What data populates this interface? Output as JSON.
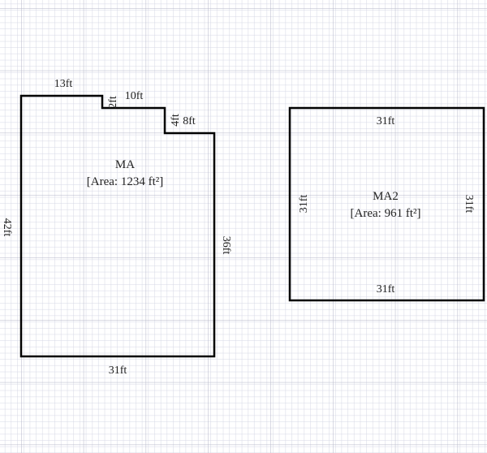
{
  "rooms": [
    {
      "name": "MA",
      "area": "[Area: 1234 ft²]",
      "dims": {
        "top_left": "13ft",
        "step1_drop": "2ft",
        "step1_run": "10ft",
        "step2_drop": "4ft",
        "step2_run": "8ft",
        "right": "36ft",
        "bottom": "31ft",
        "left": "42ft"
      }
    },
    {
      "name": "MA2",
      "area": "[Area: 961 ft²]",
      "dims": {
        "top": "31ft",
        "bottom": "31ft",
        "left": "31ft",
        "right": "31ft"
      }
    }
  ],
  "colors": {
    "grid_minor": "#d4d6e4",
    "grid_major": "#b4b6c8",
    "wall": "#000000"
  }
}
